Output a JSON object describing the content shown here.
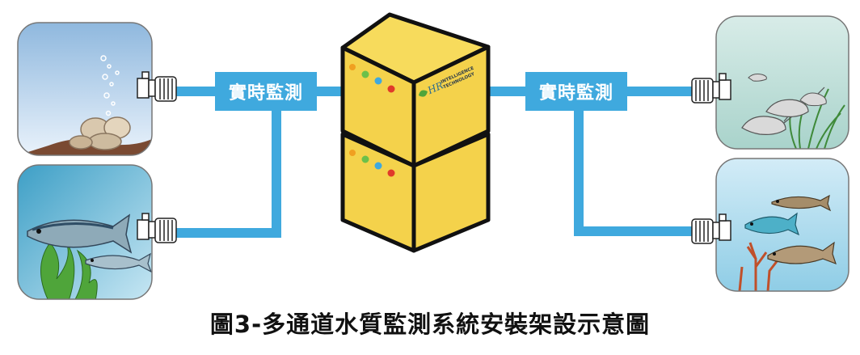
{
  "labels": {
    "left_monitor": "實時監測",
    "right_monitor": "實時監測"
  },
  "caption": "圖3-多通道水質監測系統安裝架設示意圖",
  "logo_text": {
    "mark": "HR",
    "line1": "INTELLIGENCE",
    "line2": "TECHNOLOGY"
  },
  "colors": {
    "pipe": "#3fa9de",
    "cabinet": "#f4d24b",
    "cabinet_dark": "#e6bf2e",
    "outline": "#111111",
    "led_orange": "#f0a020",
    "led_green": "#6cc04a",
    "led_blue": "#3fa9de",
    "led_red": "#e03a2a"
  },
  "tanks": [
    {
      "name": "clam-tank",
      "content": "clams"
    },
    {
      "name": "saltwater-fish-tank",
      "content": "fish"
    },
    {
      "name": "shrimp-tank",
      "content": "shrimp"
    },
    {
      "name": "freshwater-fish-tank",
      "content": "fish"
    }
  ]
}
